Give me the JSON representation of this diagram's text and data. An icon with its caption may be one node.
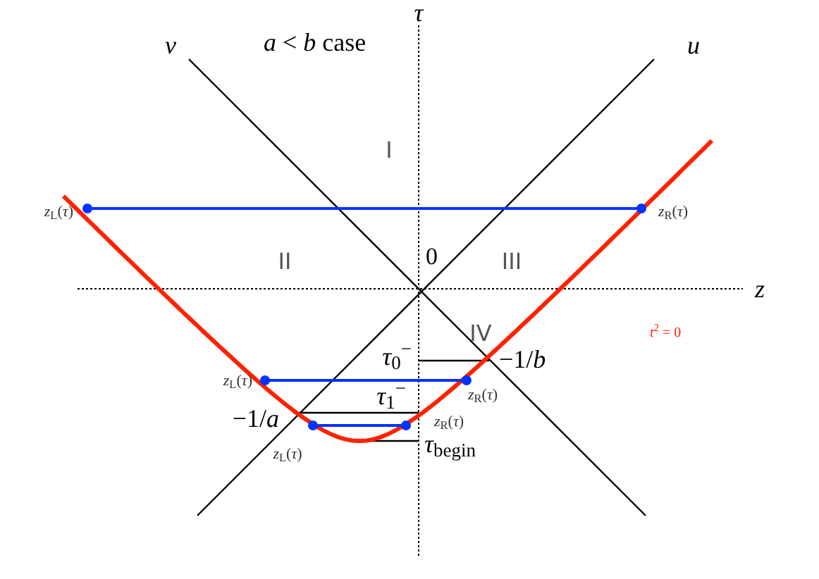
{
  "diagram": {
    "title": "*a* < *b* case",
    "labels": [
      "*τ*",
      "*v*",
      "*u*",
      "I",
      "*z*$_{L}$(*τ*)",
      "*z*$_{R}$(*τ*)",
      "II",
      "0",
      "III",
      "*z*",
      "IV",
      "*t*$^{2}$ = 0",
      "*τ*$_{0}$$^{−}$",
      "−1/*b*",
      "*z*$_{L}$(*τ*)",
      "*z*$_{R}$(*τ*)",
      "*τ*$_{1}$$^{−}$",
      "−1/*a*",
      "*z*$_{L}$(*τ*)",
      "*z*$_{R}$(*τ*)",
      "*τ*$_{begin}$"
    ]
  }
}
